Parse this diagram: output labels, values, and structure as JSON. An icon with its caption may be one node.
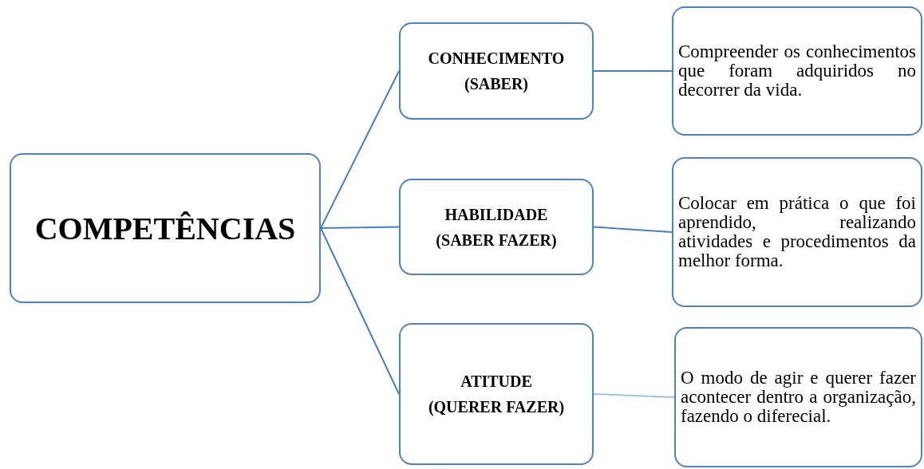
{
  "diagram": {
    "nodes": [
      {
        "text": [
          "COMPETÊNCIAS"
        ]
      },
      {
        "text": [
          "CONHECIMENTO",
          "(SABER)"
        ]
      },
      {
        "text": [
          "HABILIDADE",
          "(SABER FAZER)"
        ]
      },
      {
        "text": [
          "ATITUDE",
          "(QUERER FAZER)"
        ]
      },
      {
        "text": [
          "Compreender os conhecimentos que foram adquiridos no decorrer da vida."
        ]
      },
      {
        "text": [
          "Colocar em prática o que foi aprendido, realizando atividades e procedimentos da melhor forma."
        ]
      },
      {
        "text": [
          "O modo de agir e querer fazer acontecer dentro a organização, fazendo o diferecial."
        ]
      }
    ],
    "edges": [
      {
        "from": 0,
        "to": 1,
        "arrow": "none"
      },
      {
        "from": 0,
        "to": 2,
        "arrow": "none"
      },
      {
        "from": 0,
        "to": 3,
        "arrow": "none"
      },
      {
        "from": 1,
        "to": 4,
        "arrow": "none"
      },
      {
        "from": 2,
        "to": 5,
        "arrow": "none"
      },
      {
        "from": 3,
        "to": 6,
        "arrow": "none",
        "color": "#9dc3e6"
      }
    ]
  }
}
